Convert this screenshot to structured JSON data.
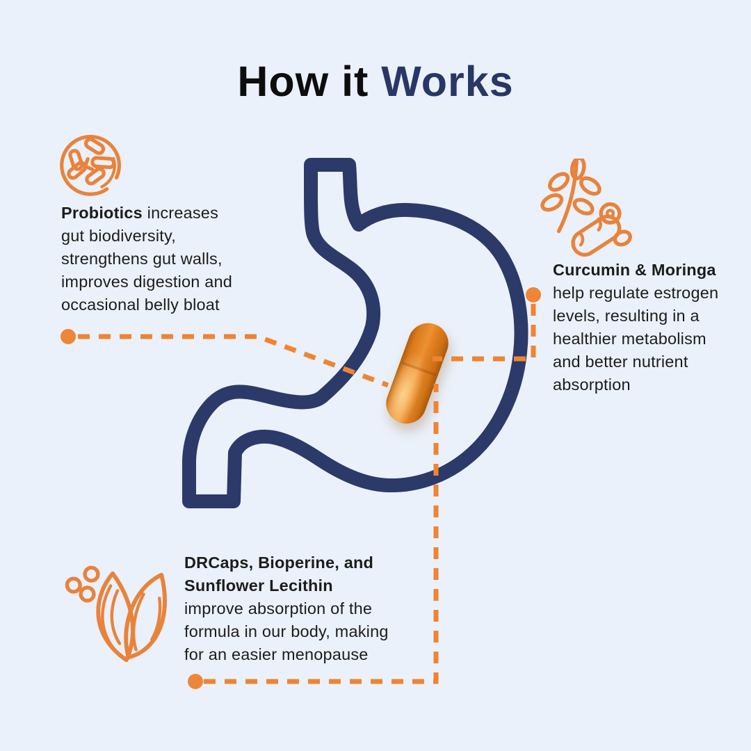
{
  "title": {
    "part1": "How it ",
    "part2": "Works"
  },
  "colors": {
    "background": "#EBF1FA",
    "navy": "#2B3A68",
    "title_dark": "#0D0D0D",
    "title_navy": "#283765",
    "text": "#1C1C1C",
    "icon_orange": "#E8833C",
    "dash_orange": "#EF8433",
    "dot_orange": "#EE8637",
    "capsule_main": "#E8882B"
  },
  "center_graphic": {
    "stomach_icon": "stomach-outline-icon",
    "capsule_icon": "orange-supplement-capsule"
  },
  "sections": {
    "probiotics": {
      "icon": "probiotics-bacteria-icon",
      "lines": [
        {
          "b": "Probiotics",
          "n": " increases"
        },
        {
          "n": "gut biodiversity,"
        },
        {
          "n": "strengthens gut walls,"
        },
        {
          "n": "improves digestion and"
        },
        {
          "n": "occasional belly bloat"
        }
      ]
    },
    "curcumin": {
      "icon": "curcumin-moringa-icon",
      "lines": [
        {
          "b": "Curcumin & Moringa"
        },
        {
          "n": "help regulate estrogen"
        },
        {
          "n": "levels, resulting in a"
        },
        {
          "n": "healthier metabolism"
        },
        {
          "n": "and better nutrient"
        },
        {
          "n": "absorption"
        }
      ]
    },
    "absorption": {
      "icon": "sunflower-seeds-icon",
      "lines": [
        {
          "b": "DRCaps, Bioperine, and"
        },
        {
          "b": "Sunflower Lecithin"
        },
        {
          "n": "improve absorption of the"
        },
        {
          "n": "formula in our body, making"
        },
        {
          "n": "for an easier menopause"
        }
      ]
    }
  }
}
